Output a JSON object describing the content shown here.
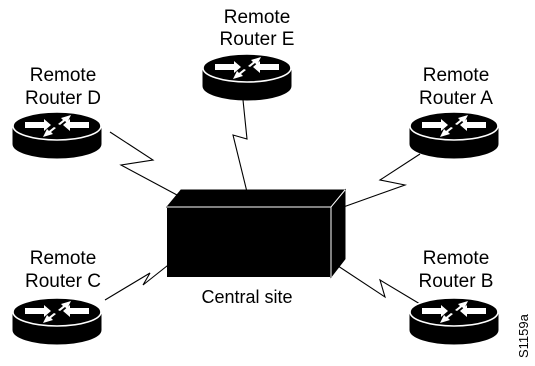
{
  "diagram": {
    "central_site": {
      "label": "Central site"
    },
    "routers": [
      {
        "id": "e",
        "line1": "Remote",
        "line2": "Router E"
      },
      {
        "id": "d",
        "line1": "Remote",
        "line2": "Router D"
      },
      {
        "id": "a",
        "line1": "Remote",
        "line2": "Router A"
      },
      {
        "id": "c",
        "line1": "Remote",
        "line2": "Router C"
      },
      {
        "id": "b",
        "line1": "Remote",
        "line2": "Router B"
      }
    ],
    "links": [
      {
        "from": "Central site",
        "to": "Remote Router E",
        "style": "WAN serial (zigzag)"
      },
      {
        "from": "Central site",
        "to": "Remote Router D",
        "style": "WAN serial (zigzag)"
      },
      {
        "from": "Central site",
        "to": "Remote Router A",
        "style": "WAN serial (zigzag)"
      },
      {
        "from": "Central site",
        "to": "Remote Router C",
        "style": "WAN serial (zigzag)"
      },
      {
        "from": "Central site",
        "to": "Remote Router B",
        "style": "WAN serial (zigzag)"
      }
    ],
    "figure_id": "S1159a",
    "colors": {
      "router_body": "#000000",
      "router_top": "#000000",
      "arrows": "#ffffff",
      "central_box": "#000000",
      "background": "#ffffff"
    }
  }
}
